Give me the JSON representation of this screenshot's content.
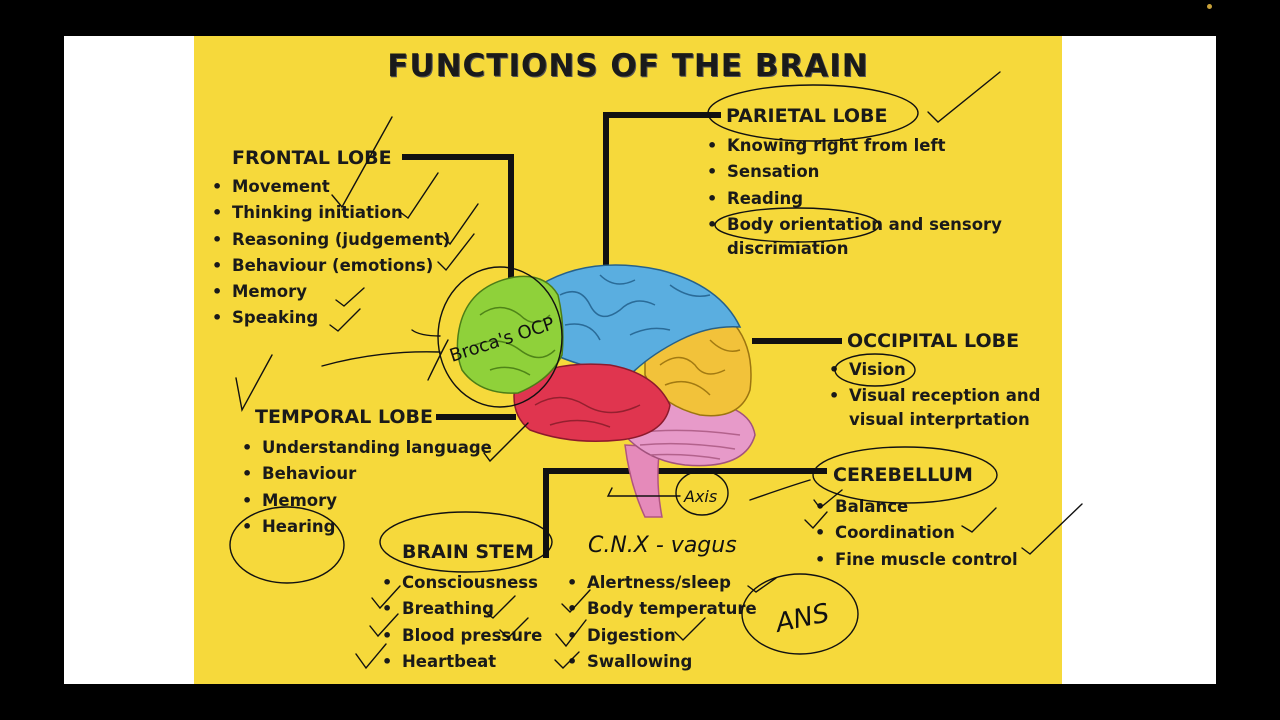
{
  "title": "FUNCTIONS OF THE BRAIN",
  "frontal": {
    "title": "FRONTAL LOBE",
    "items": [
      "Movement",
      "Thinking initiation",
      "Reasoning (judgement)",
      "Behaviour (emotions)",
      "Memory",
      "Speaking"
    ]
  },
  "parietal": {
    "title": "PARIETAL LOBE",
    "items": [
      "Knowing right from left",
      "Sensation",
      "Reading",
      "Body orientation and sensory",
      "discrimiation"
    ]
  },
  "occipital": {
    "title": "OCCIPITAL LOBE",
    "items": [
      "Vision",
      "Visual reception and",
      "visual interprtation"
    ]
  },
  "temporal": {
    "title": "TEMPORAL LOBE",
    "items": [
      "Understanding language",
      "Behaviour",
      "Memory",
      "Hearing"
    ]
  },
  "cerebellum": {
    "title": "CEREBELLUM",
    "items": [
      "Balance",
      "Coordination",
      "Fine muscle control"
    ]
  },
  "brainstem": {
    "title": "BRAIN STEM",
    "items_left": [
      "Consciousness",
      "Breathing",
      "Blood pressure",
      "Heartbeat"
    ],
    "items_right": [
      "Alertness/sleep",
      "Body temperature",
      "Digestion",
      "Swallowing"
    ]
  },
  "annotations": {
    "frontal_note": "Broca's OCP",
    "brainstem_note": "C.N.X - vagus",
    "ans_note": "ANS",
    "stem_note": "Axis"
  },
  "colors": {
    "background": "#f6d93b",
    "frontal": "#8fd13a",
    "parietal": "#5aaee0",
    "occipital": "#f2c23a",
    "temporal": "#e0354f",
    "cerebellum": "#e79ac9",
    "stem": "#e58aba"
  }
}
